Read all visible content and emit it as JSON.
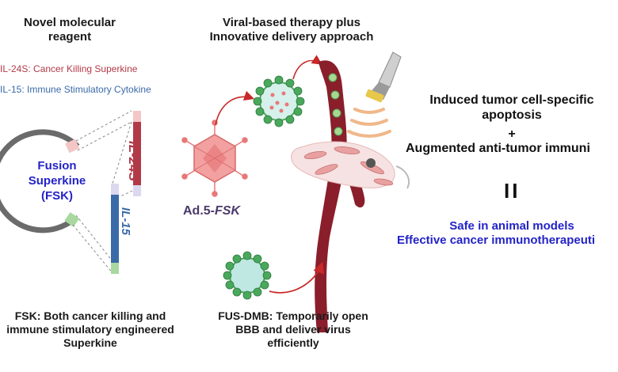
{
  "left_panel": {
    "title": "Novel molecular reagent",
    "il24s_label": "IL-24S: Cancer Killing Superkine",
    "il15_label": "IL-15: Immune Stimulatory Cytokine",
    "fusion_label": "Fusion Superkine (FSK)",
    "il24s_vertical": "IL-24S",
    "il15_vertical": "IL-15",
    "description": "FSK: Both cancer killing and immune stimulatory engineered Superkine"
  },
  "center_panel": {
    "title": "Viral-based therapy plus Innovative delivery approach",
    "ad5_prefix": "Ad.5-",
    "ad5_suffix": "FSK",
    "fus_description": "FUS-DMB: Temporarily open BBB and deliver virus efficiently"
  },
  "right_panel": {
    "outcome_1": "Induced tumor cell-specific apoptosis",
    "plus": "+",
    "outcome_2": "Augmented anti-tumor immuni",
    "equals": "II",
    "result_1": "Safe in animal models",
    "result_2": "Effective cancer immunotherapeuti"
  },
  "colors": {
    "il24s": "#b23a48",
    "il15": "#3a6aa8",
    "fusion": "#2323c8",
    "ring": "#6b6b6b",
    "virus": "#e87878",
    "bubble": "#4aa85c",
    "vessel": "#8a1e2a"
  }
}
